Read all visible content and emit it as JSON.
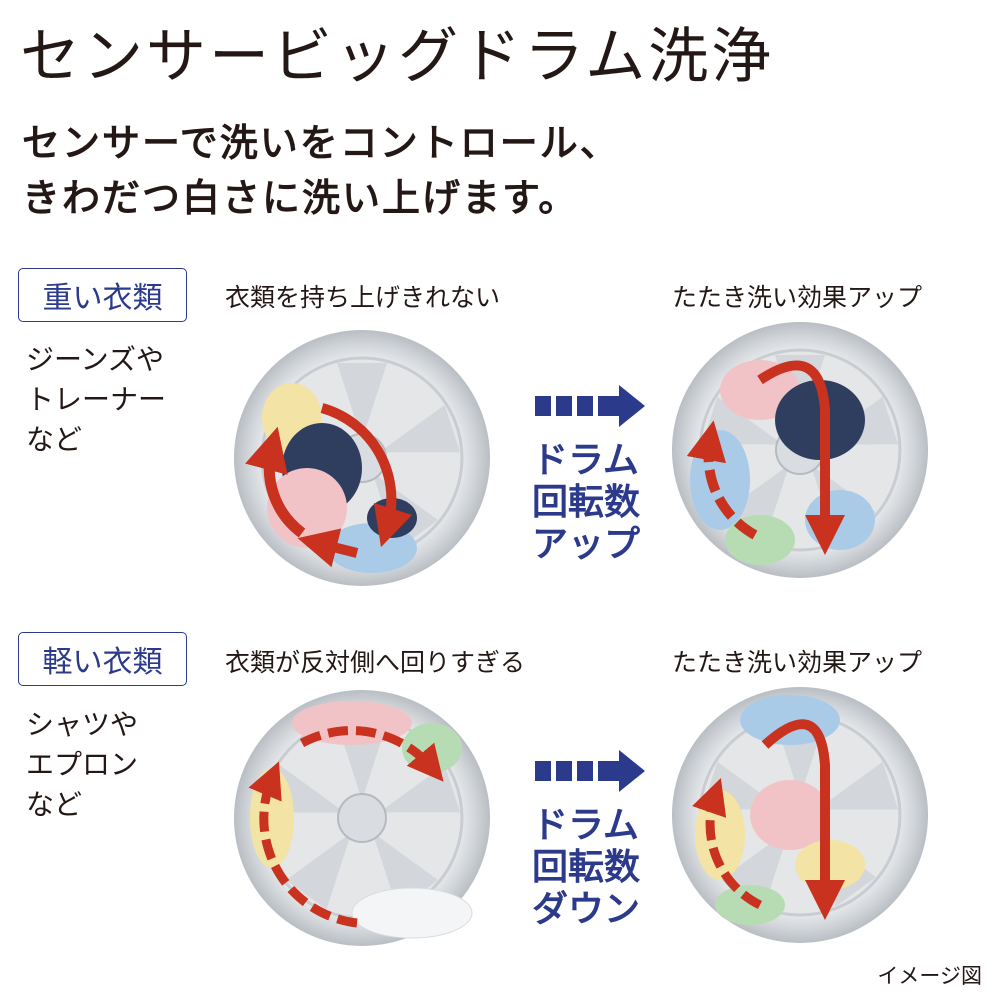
{
  "title": "センサービッグドラム洗浄",
  "subtitle": [
    "センサーで洗いをコントロール、",
    "きわだつ白さに洗い上げます。"
  ],
  "rows": [
    {
      "tag": "重い衣類",
      "examples": "ジーンズや\nトレーナー\nなど",
      "before_caption": "衣類を持ち上げきれない",
      "after_caption": "たたき洗い効果アップ",
      "action": "ドラム\n回転数\nアップ"
    },
    {
      "tag": "軽い衣類",
      "examples": "シャツや\nエプロン\nなど",
      "before_caption": "衣類が反対側へ回りすぎる",
      "after_caption": "たたき洗い効果アップ",
      "action": "ドラム\n回転数\nダウン"
    }
  ],
  "footnote": "イメージ図",
  "colors": {
    "accent": "#2c3a8c",
    "arrow": "#c8321e",
    "text": "#231815"
  }
}
